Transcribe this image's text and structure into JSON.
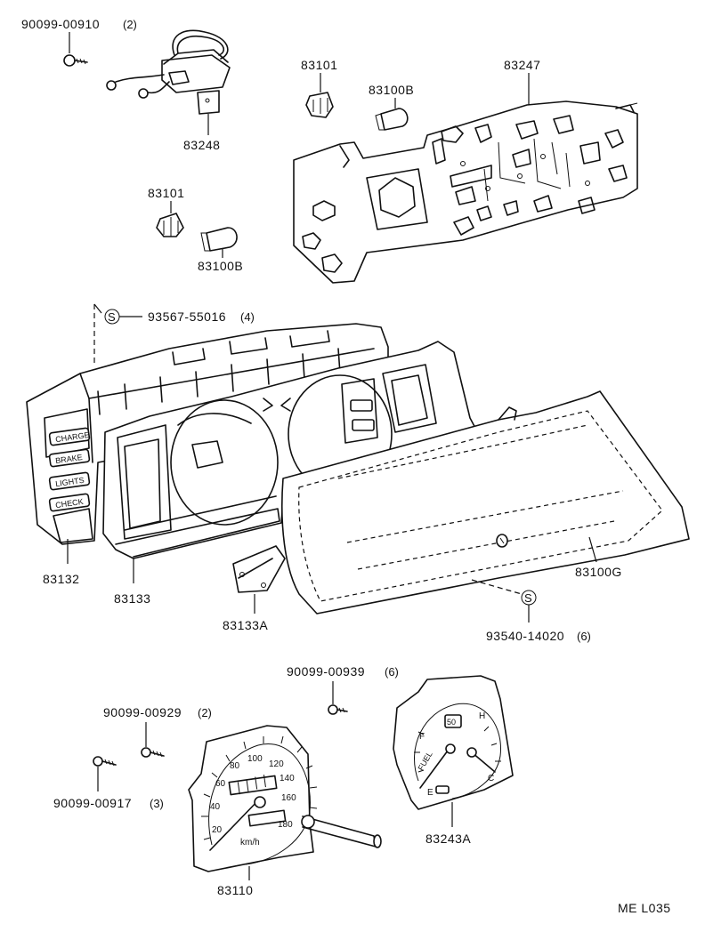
{
  "labels": {
    "screw_top": "90099-00910",
    "screw_top_qty": "(2)",
    "part_83248": "83248",
    "socket_a": "83101",
    "bulb_a": "83100B",
    "plate": "83247",
    "socket_b": "83101",
    "bulb_b": "83100B",
    "screw_s1": "93567-55016",
    "screw_s1_qty": "(4)",
    "housing": "83132",
    "bezel": "83133",
    "bezel_strip": "83133A",
    "lens": "83100G",
    "screw_s2": "93540-14020",
    "screw_s2_qty": "(6)",
    "screw_939": "90099-00939",
    "screw_939_qty": "(6)",
    "screw_929": "90099-00929",
    "screw_929_qty": "(2)",
    "screw_917": "90099-00917",
    "screw_917_qty": "(3)",
    "speedometer": "83110",
    "gauge": "83243A",
    "drawing_code": "ME L035",
    "s_mark": "S"
  },
  "panel_buttons": [
    "CHARGE",
    "BRAKE",
    "LIGHTS",
    "CHECK"
  ],
  "speed_ticks": [
    "20",
    "40",
    "60",
    "80",
    "100",
    "120",
    "140",
    "160",
    "180"
  ],
  "speed_unit": "km/h",
  "gauge_marks": {
    "full": "F",
    "empty": "E",
    "hot": "H",
    "cold": "C",
    "fuel": "FUEL",
    "badge": "50"
  }
}
